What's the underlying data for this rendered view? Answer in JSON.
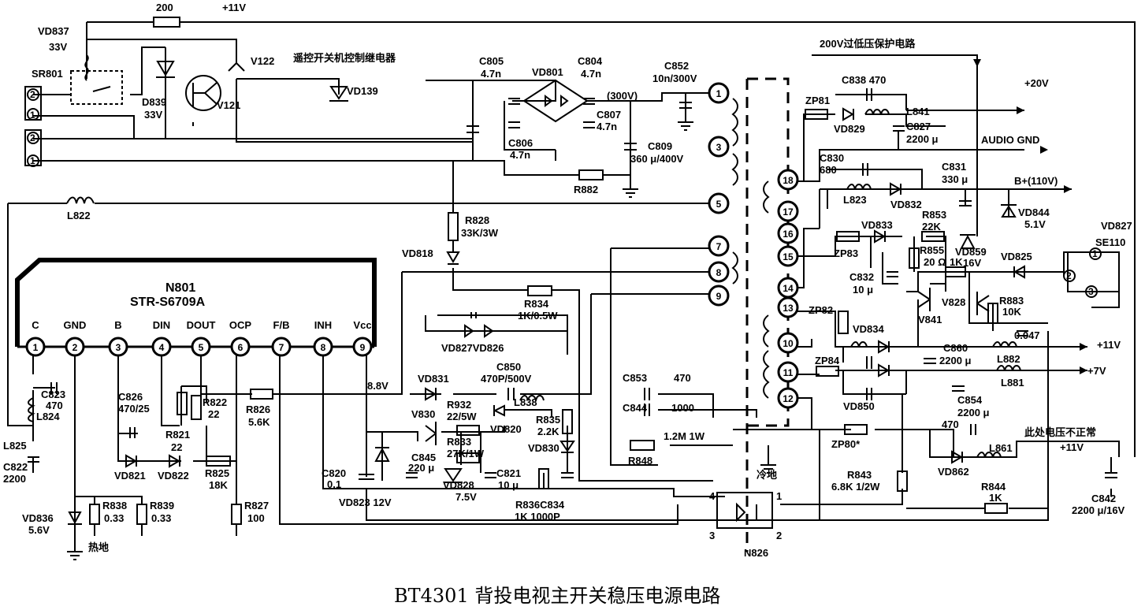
{
  "title": "BT4301 背投电视主开关稳压电源电路",
  "chip": {
    "name": "N801",
    "part": "STR-S6709A",
    "pins": [
      {
        "label": "C",
        "num": "1"
      },
      {
        "label": "GND",
        "num": "2"
      },
      {
        "label": "B",
        "num": "3"
      },
      {
        "label": "DIN",
        "num": "4"
      },
      {
        "label": "DOUT",
        "num": "5"
      },
      {
        "label": "OCP",
        "num": "6"
      },
      {
        "label": "F/B",
        "num": "7"
      },
      {
        "label": "INH",
        "num": "8"
      },
      {
        "label": "Vcc",
        "num": "9"
      }
    ]
  },
  "transformer_pins": [
    "1",
    "3",
    "5",
    "7",
    "8",
    "9",
    "18",
    "17",
    "16",
    "15",
    "14",
    "13",
    "10",
    "11",
    "12"
  ],
  "labels": [
    {
      "id": "t200",
      "text": "200"
    },
    {
      "id": "t11v_top",
      "text": "+11V"
    },
    {
      "id": "tvd837",
      "text": "VD837"
    },
    {
      "id": "t33v",
      "text": "33V"
    },
    {
      "id": "tsr801",
      "text": "SR801"
    },
    {
      "id": "tv122",
      "text": "V122"
    },
    {
      "id": "trelay",
      "text": "遥控开关机控制继电器"
    },
    {
      "id": "tvd139",
      "text": "VD139"
    },
    {
      "id": "td839",
      "text": "D839"
    },
    {
      "id": "t33v2",
      "text": "33V"
    },
    {
      "id": "tv121",
      "text": "V121"
    },
    {
      "id": "tc805",
      "text": "C805"
    },
    {
      "id": "tc805v",
      "text": "4.7n"
    },
    {
      "id": "tvd801",
      "text": "VD801"
    },
    {
      "id": "tc804",
      "text": "C804"
    },
    {
      "id": "tc804v",
      "text": "4.7n"
    },
    {
      "id": "tc852",
      "text": "C852"
    },
    {
      "id": "tc852v",
      "text": "10n/300V"
    },
    {
      "id": "t300v",
      "text": "(300V)"
    },
    {
      "id": "tc807",
      "text": "C807"
    },
    {
      "id": "tc807v",
      "text": "4.7n"
    },
    {
      "id": "tc806",
      "text": "C806"
    },
    {
      "id": "tc806v",
      "text": "4.7n"
    },
    {
      "id": "tc809",
      "text": "C809"
    },
    {
      "id": "tc809v",
      "text": "360 μ/400V"
    },
    {
      "id": "tr882",
      "text": "R882"
    },
    {
      "id": "tl822",
      "text": "L822"
    },
    {
      "id": "tr828",
      "text": "R828"
    },
    {
      "id": "tr828v",
      "text": "33K/3W"
    },
    {
      "id": "tvd818",
      "text": "VD818"
    },
    {
      "id": "tr834",
      "text": "R834"
    },
    {
      "id": "tr834v",
      "text": "1K/0.5W"
    },
    {
      "id": "tvd827",
      "text": "VD827VD826"
    },
    {
      "id": "t88v",
      "text": "8.8V"
    },
    {
      "id": "tvd831",
      "text": "VD831"
    },
    {
      "id": "tc850",
      "text": "C850"
    },
    {
      "id": "tc850v",
      "text": "470P/500V"
    },
    {
      "id": "tv830",
      "text": "V830"
    },
    {
      "id": "tr932",
      "text": "R932"
    },
    {
      "id": "tr932v",
      "text": "22/5W"
    },
    {
      "id": "tl838",
      "text": "L838"
    },
    {
      "id": "tvd820",
      "text": "VD820"
    },
    {
      "id": "tr835",
      "text": "R835"
    },
    {
      "id": "tr835v",
      "text": "2.2K"
    },
    {
      "id": "tr833",
      "text": "R833"
    },
    {
      "id": "tr833v",
      "text": "27K/1W"
    },
    {
      "id": "tc845",
      "text": "C845"
    },
    {
      "id": "tc845v",
      "text": "220 μ"
    },
    {
      "id": "tvd830",
      "text": "VD830"
    },
    {
      "id": "tvd828",
      "text": "VD828"
    },
    {
      "id": "t75v",
      "text": "7.5V"
    },
    {
      "id": "tc821",
      "text": "C821"
    },
    {
      "id": "tc821v",
      "text": "10 μ"
    },
    {
      "id": "tr836",
      "text": "R836C834"
    },
    {
      "id": "tr836v",
      "text": "1K 1000P"
    },
    {
      "id": "tc823",
      "text": "C823"
    },
    {
      "id": "tc823v",
      "text": "470"
    },
    {
      "id": "tl824",
      "text": "L824"
    },
    {
      "id": "tl825",
      "text": "L825"
    },
    {
      "id": "tc822",
      "text": "C822"
    },
    {
      "id": "tc822v",
      "text": "2200"
    },
    {
      "id": "tc826",
      "text": "C826"
    },
    {
      "id": "tc826v",
      "text": "470/25"
    },
    {
      "id": "tr822",
      "text": "R822"
    },
    {
      "id": "tr822v",
      "text": "22"
    },
    {
      "id": "tr821",
      "text": "R821"
    },
    {
      "id": "tr821v",
      "text": "22"
    },
    {
      "id": "tr826",
      "text": "R826"
    },
    {
      "id": "tr826v",
      "text": "5.6K"
    },
    {
      "id": "tvd821",
      "text": "VD821"
    },
    {
      "id": "tvd822",
      "text": "VD822"
    },
    {
      "id": "tr825",
      "text": "R825"
    },
    {
      "id": "tr825v",
      "text": "18K"
    },
    {
      "id": "tc820",
      "text": "C820"
    },
    {
      "id": "tc820v",
      "text": "0.1"
    },
    {
      "id": "tvd823",
      "text": "VD823 12V"
    },
    {
      "id": "tvd836",
      "text": "VD836"
    },
    {
      "id": "t56v",
      "text": "5.6V"
    },
    {
      "id": "tr838",
      "text": "R838"
    },
    {
      "id": "tr838v",
      "text": "0.33"
    },
    {
      "id": "tr839",
      "text": "R839"
    },
    {
      "id": "tr839v",
      "text": "0.33"
    },
    {
      "id": "tr827",
      "text": "R827"
    },
    {
      "id": "tr827v",
      "text": "100"
    },
    {
      "id": "thot",
      "text": "热地"
    },
    {
      "id": "tc853",
      "text": "C853"
    },
    {
      "id": "tc853v",
      "text": "470"
    },
    {
      "id": "tc844",
      "text": "C844"
    },
    {
      "id": "tc844v",
      "text": "1000"
    },
    {
      "id": "t12m",
      "text": "1.2M 1W"
    },
    {
      "id": "tr848",
      "text": "R848"
    },
    {
      "id": "tcold",
      "text": "冷地"
    },
    {
      "id": "tn826",
      "text": "N826"
    },
    {
      "id": "tp4",
      "text": "4"
    },
    {
      "id": "tp1",
      "text": "1"
    },
    {
      "id": "tp3",
      "text": "3"
    },
    {
      "id": "tp2",
      "text": "2"
    },
    {
      "id": "t200v",
      "text": "200V过低压保护电路"
    },
    {
      "id": "tc838",
      "text": "C838 470"
    },
    {
      "id": "t20v",
      "text": "+20V"
    },
    {
      "id": "tzp81",
      "text": "ZP81"
    },
    {
      "id": "tl841",
      "text": "L841"
    },
    {
      "id": "tvd829",
      "text": "VD829"
    },
    {
      "id": "tc827",
      "text": "C827"
    },
    {
      "id": "tc827v",
      "text": "2200 μ"
    },
    {
      "id": "taudio",
      "text": "AUDIO GND"
    },
    {
      "id": "tc830",
      "text": "C830"
    },
    {
      "id": "tc830v",
      "text": "680"
    },
    {
      "id": "tc831",
      "text": "C831"
    },
    {
      "id": "tc831v",
      "text": "330 μ"
    },
    {
      "id": "tb110",
      "text": "B+(110V)"
    },
    {
      "id": "tl823",
      "text": "L823"
    },
    {
      "id": "tvd832",
      "text": "VD832"
    },
    {
      "id": "tvd844",
      "text": "VD844"
    },
    {
      "id": "t51v",
      "text": "5.1V"
    },
    {
      "id": "tr853",
      "text": "R853"
    },
    {
      "id": "tr853v",
      "text": "22K"
    },
    {
      "id": "tvd833",
      "text": "VD833"
    },
    {
      "id": "tvd827b",
      "text": "VD827"
    },
    {
      "id": "tse110",
      "text": "SE110"
    },
    {
      "id": "tzp83",
      "text": "ZP83"
    },
    {
      "id": "tr855",
      "text": "R855"
    },
    {
      "id": "tr855v",
      "text": "20 Ω"
    },
    {
      "id": "tvd859",
      "text": "VD859"
    },
    {
      "id": "t16v",
      "text": "16V"
    },
    {
      "id": "t1k",
      "text": "1K"
    },
    {
      "id": "tvd825",
      "text": "VD825"
    },
    {
      "id": "tc832",
      "text": "C832"
    },
    {
      "id": "tc832v",
      "text": "10 μ"
    },
    {
      "id": "tv828",
      "text": "V828"
    },
    {
      "id": "tr883",
      "text": "R883"
    },
    {
      "id": "tr883v",
      "text": "10K"
    },
    {
      "id": "tzp82",
      "text": "ZP82"
    },
    {
      "id": "tv841",
      "text": "V841"
    },
    {
      "id": "tvd834",
      "text": "VD834"
    },
    {
      "id": "t0047",
      "text": "0.047"
    },
    {
      "id": "t11v_r",
      "text": "+11V"
    },
    {
      "id": "tc860",
      "text": "C860"
    },
    {
      "id": "tc860v",
      "text": "2200 μ"
    },
    {
      "id": "tl882",
      "text": "L882"
    },
    {
      "id": "tzp84",
      "text": "ZP84"
    },
    {
      "id": "t7v",
      "text": "+7V"
    },
    {
      "id": "tl881",
      "text": "L881"
    },
    {
      "id": "tvd850",
      "text": "VD850"
    },
    {
      "id": "tc854",
      "text": "C854"
    },
    {
      "id": "tc854v",
      "text": "2200 μ"
    },
    {
      "id": "t470b",
      "text": "470"
    },
    {
      "id": "tzp80",
      "text": "ZP80*"
    },
    {
      "id": "tabn",
      "text": "此处电压不正常"
    },
    {
      "id": "t11v_b",
      "text": "+11V"
    },
    {
      "id": "tl861",
      "text": "L861"
    },
    {
      "id": "tvd862",
      "text": "VD862"
    },
    {
      "id": "tr843",
      "text": "R843"
    },
    {
      "id": "tr843v",
      "text": "6.8K 1/2W"
    },
    {
      "id": "tr844",
      "text": "R844"
    },
    {
      "id": "tr844v",
      "text": "1K"
    },
    {
      "id": "tc842",
      "text": "C842"
    },
    {
      "id": "tc842v",
      "text": "2200 μ/16V"
    },
    {
      "id": "tvd827p1",
      "text": "1"
    },
    {
      "id": "tvd827p2",
      "text": "2"
    },
    {
      "id": "tvd827p3",
      "text": "3"
    },
    {
      "id": "tcn1",
      "text": "2"
    },
    {
      "id": "tcn2",
      "text": "1"
    },
    {
      "id": "tcn3",
      "text": "2"
    },
    {
      "id": "tcn4",
      "text": "1"
    }
  ]
}
